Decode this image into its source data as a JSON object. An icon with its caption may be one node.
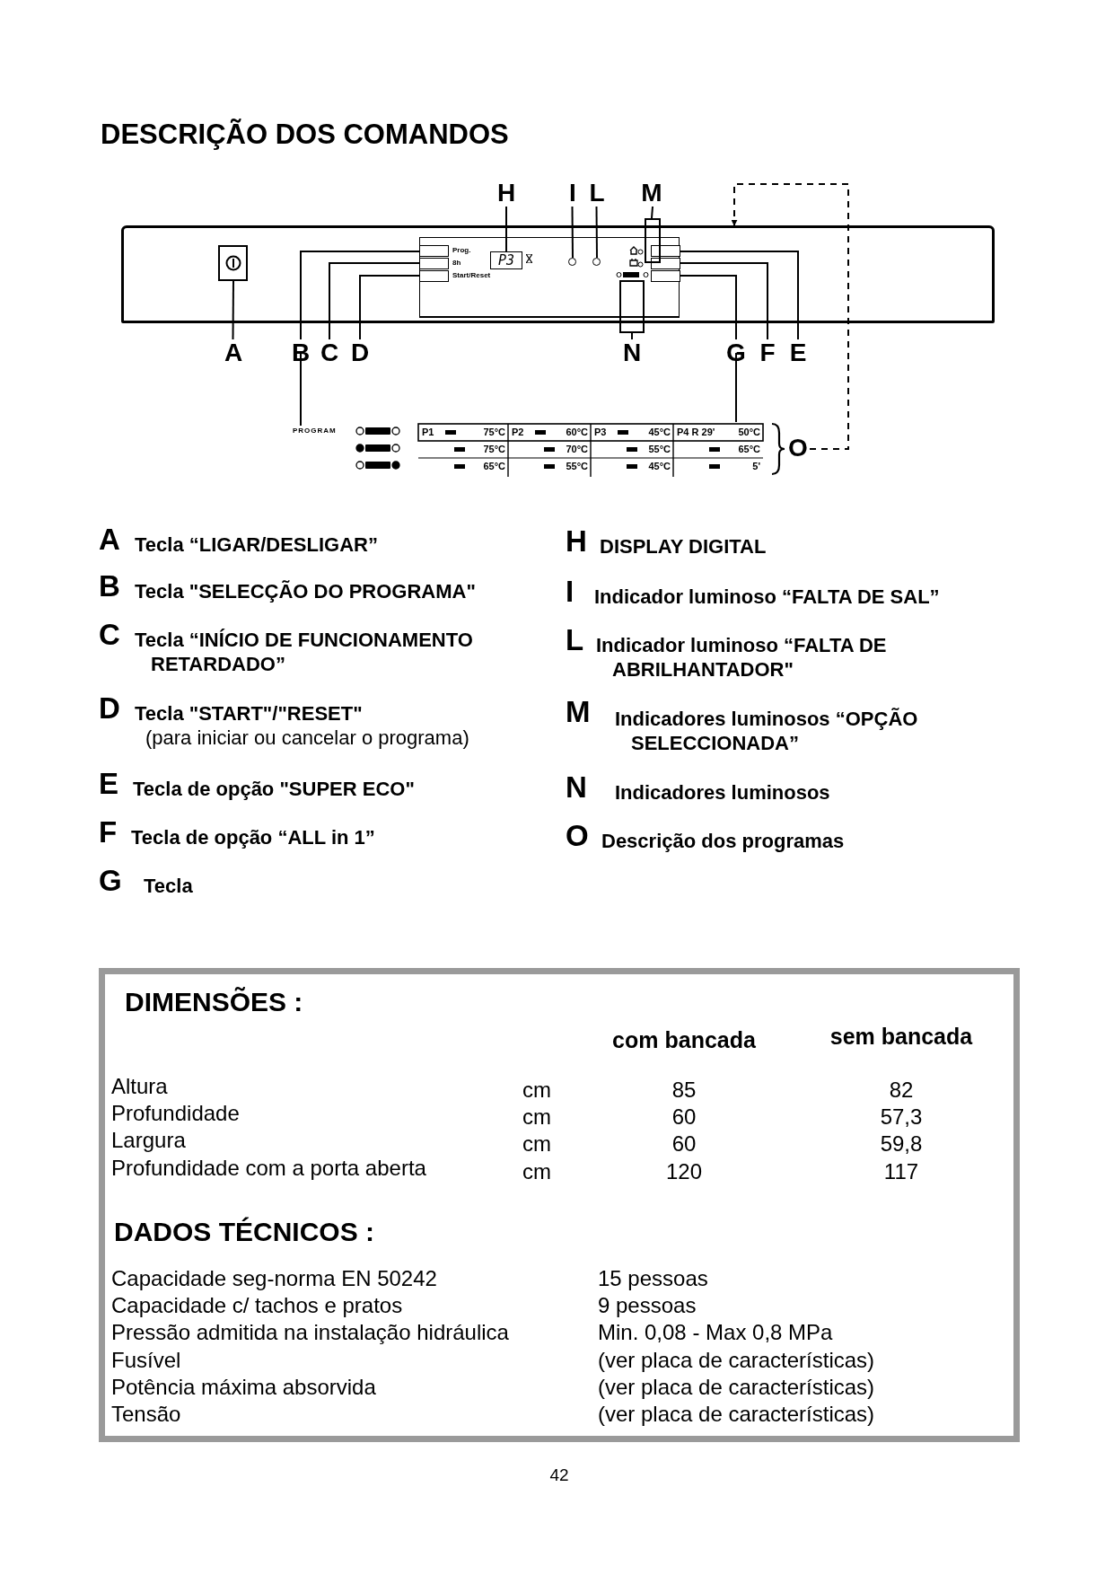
{
  "diagram": {
    "title": "DESCRIÇÃO DOS COMANDOS",
    "nodes": [
      {
        "text": [],
        "shape": "box"
      },
      {
        "text": [],
        "shape": "box",
        "in": 0
      },
      {
        "text": [],
        "shape": "box",
        "in": 0,
        "beside": [
          "Prog."
        ]
      },
      {
        "text": [],
        "shape": "box",
        "in": 0,
        "beside": [
          "8h"
        ]
      },
      {
        "text": [],
        "shape": "box",
        "in": 0,
        "beside": [
          "Start/Reset"
        ]
      },
      {
        "text": [
          "P3"
        ],
        "in": 0
      },
      {
        "text": [],
        "shape": "circle",
        "in": 0
      },
      {
        "text": [],
        "shape": "circle",
        "in": 0
      },
      {
        "text": [],
        "shape": "bar"
      },
      {
        "text": [],
        "shape": "bar"
      },
      {
        "text": [],
        "shape": "box",
        "in": 0
      },
      {
        "text": [],
        "shape": "box",
        "in": 0
      },
      {
        "text": [],
        "shape": "box",
        "in": 0
      },
      {
        "text": [],
        "shape": "box"
      },
      {
        "text": [
          "A"
        ]
      },
      {
        "text": [
          "B"
        ]
      },
      {
        "text": [
          "C"
        ]
      },
      {
        "text": [
          "D"
        ]
      },
      {
        "text": [
          "H"
        ]
      },
      {
        "text": [
          "I"
        ]
      },
      {
        "text": [
          "L"
        ]
      },
      {
        "text": [
          "M"
        ]
      },
      {
        "text": [
          "N"
        ]
      },
      {
        "text": [
          "G"
        ]
      },
      {
        "text": [
          "F"
        ]
      },
      {
        "text": [
          "E"
        ]
      },
      {
        "text": [
          "O"
        ]
      },
      {
        "text": [
          "DIMENSÕES :",
          "com bancada",
          "sem bancada",
          "Altura",
          "cm",
          "85",
          "82",
          "Profundidade",
          "cm",
          "60",
          "57,3",
          "Largura",
          "cm",
          "60",
          "59,8",
          "Profundidade com a porta aberta",
          "cm",
          "120",
          "117",
          "DADOS TÉCNICOS :",
          "Capacidade seg-norma EN 50242",
          "15 pessoas",
          "Capacidade c/ tachos e pratos",
          "9 pessoas",
          "Pressão admitida na instalação hidráulica",
          "Min. 0,08 - Max 0,8 MPa",
          "Fusível",
          "(ver placa de características)",
          "Potência máxima absorvida",
          "(ver placa de características)",
          "Tensão",
          "(ver placa de características)"
        ]
      }
    ],
    "edges": [
      {
        "from": 14,
        "to": 1,
        "arrow": "none"
      },
      {
        "from": 15,
        "to": 2,
        "arrow": "none"
      },
      {
        "from": 16,
        "to": 3,
        "arrow": "none"
      },
      {
        "from": 17,
        "to": 4,
        "arrow": "none"
      },
      {
        "from": 18,
        "to": 5,
        "arrow": "none"
      },
      {
        "from": 19,
        "to": 6,
        "arrow": "none"
      },
      {
        "from": 20,
        "to": 7,
        "arrow": "none"
      },
      {
        "from": 21,
        "to": 8,
        "arrow": "none"
      },
      {
        "from": 22,
        "to": 9,
        "arrow": "none"
      },
      {
        "from": 23,
        "to": 12,
        "arrow": "none"
      },
      {
        "from": 24,
        "to": 11,
        "arrow": "none"
      },
      {
        "from": 25,
        "to": 10,
        "arrow": "none"
      },
      {
        "from": 15,
        "to": 13,
        "arrow": "none"
      },
      {
        "from": 23,
        "to": 13,
        "arrow": "none"
      },
      {
        "from": 26,
        "to": 0,
        "arrow": "to",
        "style": "dashed"
      }
    ],
    "labels": [
      "PROGRAM",
      "P1",
      "75°C",
      "P2",
      "60°C",
      "P3",
      "45°C",
      "P4 R 29'",
      "50°C",
      "75°C",
      "70°C",
      "55°C",
      "65°C",
      "65°C",
      "55°C",
      "45°C",
      "5'",
      "A",
      "Tecla “LIGAR/DESLIGAR”",
      "B",
      "Tecla \"SELECÇÃO DO PROGRAMA\"",
      "C",
      "Tecla “INÍCIO DE FUNCIONAMENTO RETARDADO”",
      "D",
      "Tecla \"START\"/\"RESET\"",
      "(para iniciar ou cancelar o programa)",
      "E",
      "Tecla de opção \"SUPER ECO\"",
      "F",
      "Tecla de opção “ALL in 1”",
      "G",
      "Tecla",
      "H",
      "DISPLAY DIGITAL",
      "I",
      "Indicador luminoso “FALTA DE SAL”",
      "L",
      "Indicador luminoso “FALTA DE ABRILHANTADOR\"",
      "M",
      "Indicadores luminosos “OPÇÃO SELECCIONADA”",
      "N",
      "Indicadores luminosos",
      "O",
      "Descrição dos programas",
      "42"
    ]
  }
}
